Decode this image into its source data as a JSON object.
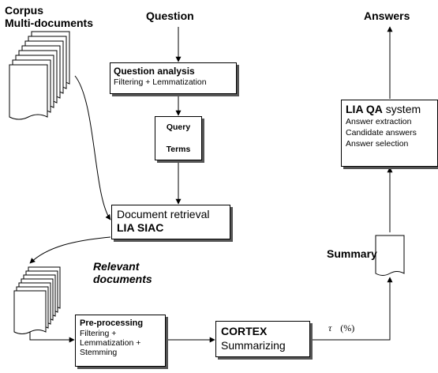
{
  "labels": {
    "corpus_line1": "Corpus",
    "corpus_line2": "Multi-documents",
    "question": "Question",
    "answers": "Answers",
    "relevant_line1": "Relevant",
    "relevant_line2": "documents",
    "summary": "Summary",
    "tau": "τ",
    "percent": "(%)"
  },
  "boxes": {
    "question_analysis": {
      "title": "Question analysis",
      "detail": "Filtering + Lemmatization"
    },
    "query_terms": {
      "line1": "Query",
      "line2": "Terms"
    },
    "document_retrieval": {
      "line1": "Document retrieval",
      "line2": "LIA SIAC"
    },
    "preprocessing": {
      "title": "Pre-processing",
      "line1": "Filtering +",
      "line2": "Lemmatization +",
      "line3": "Stemming"
    },
    "cortex": {
      "title": "CORTEX",
      "line2": "Summarizing"
    },
    "lia_qa": {
      "title_bold": "LIA QA",
      "title_rest": " system",
      "line1": "Answer extraction",
      "line2": "Candidate answers",
      "line3": "Answer selection"
    }
  },
  "colors": {
    "ink": "#000000",
    "shadow": "#555555",
    "background": "#ffffff"
  }
}
